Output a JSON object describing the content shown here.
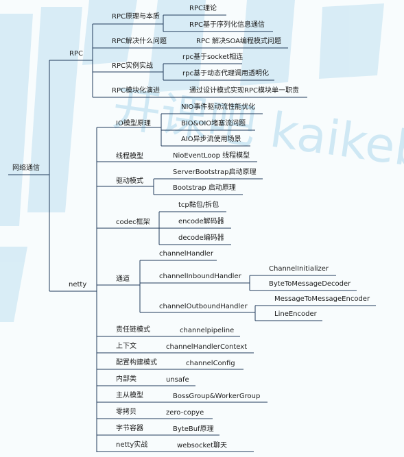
{
  "watermark": {
    "text": "开课吧 kaikeba",
    "color": "#b9dcef"
  },
  "colors": {
    "line": "#1f3a5a",
    "text": "#1a1a1a",
    "background": "#f8fcfd"
  },
  "mindmap": {
    "root": "网络通信",
    "rpc": {
      "label": "RPC",
      "principle": {
        "label": "RPC原理与本质",
        "children": [
          "RPC理论",
          "RPC基于序列化信息通信"
        ]
      },
      "problem": {
        "label": "RPC解决什么问题",
        "children": [
          "RPC 解决SOA编程模式问题"
        ]
      },
      "practice": {
        "label": "RPC实例实战",
        "children": [
          "rpc基于socket相连",
          "rpc基于动态代理调用透明化"
        ]
      },
      "modular": {
        "label": "RPC模块化演进",
        "children": [
          "通过设计模式实现RPC模块单一职责"
        ]
      }
    },
    "netty": {
      "label": "netty",
      "io": {
        "label": "IO模型原理",
        "children": [
          "NIO事件驱动流性能优化",
          "BIO&OIO堵塞流问题",
          "AIO异步流使用场景"
        ]
      },
      "thread": {
        "label": "线程模型",
        "children": [
          "NioEventLoop 线程模型"
        ]
      },
      "driver": {
        "label": "驱动模式",
        "children": [
          "ServerBootstrap启动原理",
          "Bootstrap 启动原理"
        ]
      },
      "codec": {
        "label": "codec框架",
        "children": [
          "tcp黏包/拆包",
          "encode解码器",
          "decode编码器"
        ]
      },
      "channel": {
        "label": "通道",
        "handler": "channelHandler",
        "inbound": {
          "label": "channelInboundHandler",
          "children": [
            "ChannelInitializer",
            "ByteToMessageDecoder"
          ]
        },
        "outbound": {
          "label": "channelOutboundHandler",
          "children": [
            "MessageToMessageEncoder",
            "LineEncoder"
          ]
        }
      },
      "chain": {
        "label": "责任链模式",
        "child": "channelpipeline"
      },
      "context": {
        "label": "上下文",
        "child": "channelHandlerContext"
      },
      "config": {
        "label": "配置构建模式",
        "child": "channelConfig"
      },
      "internal": {
        "label": "内部类",
        "child": "unsafe"
      },
      "masterSlave": {
        "label": "主从模型",
        "child": "BossGroup&WorkerGroup"
      },
      "zeroCopy": {
        "label": "零拷贝",
        "child": "zero-copye"
      },
      "byteContainer": {
        "label": "字节容器",
        "child": "ByteBuf原理"
      },
      "practice": {
        "label": "netty实战",
        "child": "websocket聊天"
      }
    }
  }
}
